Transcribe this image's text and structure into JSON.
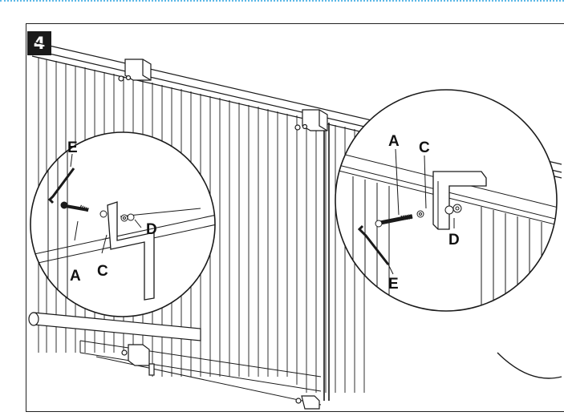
{
  "step": {
    "number": "4"
  },
  "callouts": {
    "left": {
      "A": "A",
      "C": "C",
      "D": "D",
      "E": "E"
    },
    "right": {
      "A": "A",
      "C": "C",
      "D": "D",
      "E": "E"
    }
  },
  "colors": {
    "accent_rule": "#5cb8e6",
    "line": "#1a1a1a",
    "badge_bg": "#1a1a1a"
  }
}
